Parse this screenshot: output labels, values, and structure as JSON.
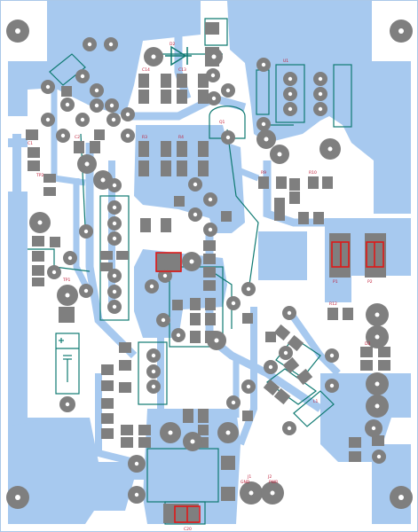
{
  "board": {
    "colors": {
      "background": "#ffffff",
      "copper": "#a7c9ef",
      "pad": "#7f7f7f",
      "silkscreen": "#0f7a72",
      "label": "#c0203a",
      "highlight": "#e01818",
      "outline": "#aac8e8"
    },
    "labels": {
      "c14": "C14",
      "c13": "C13",
      "q1": "Q1",
      "u1": "U1",
      "c1": "C1",
      "c2": "C2",
      "r3": "R3",
      "r4": "R4",
      "r9": "R9",
      "r10": "R10",
      "r12": "R12",
      "d2": "D2",
      "d3": "D3",
      "p1": "P1",
      "p2": "P2",
      "tp1": "TP1",
      "tp2": "TP2",
      "l1": "L1",
      "c20": "C20",
      "bottom_j1": "J1",
      "bottom_j2": "J2",
      "bottom_j1_net": "GND",
      "bottom_j2_net": "PWR"
    }
  }
}
